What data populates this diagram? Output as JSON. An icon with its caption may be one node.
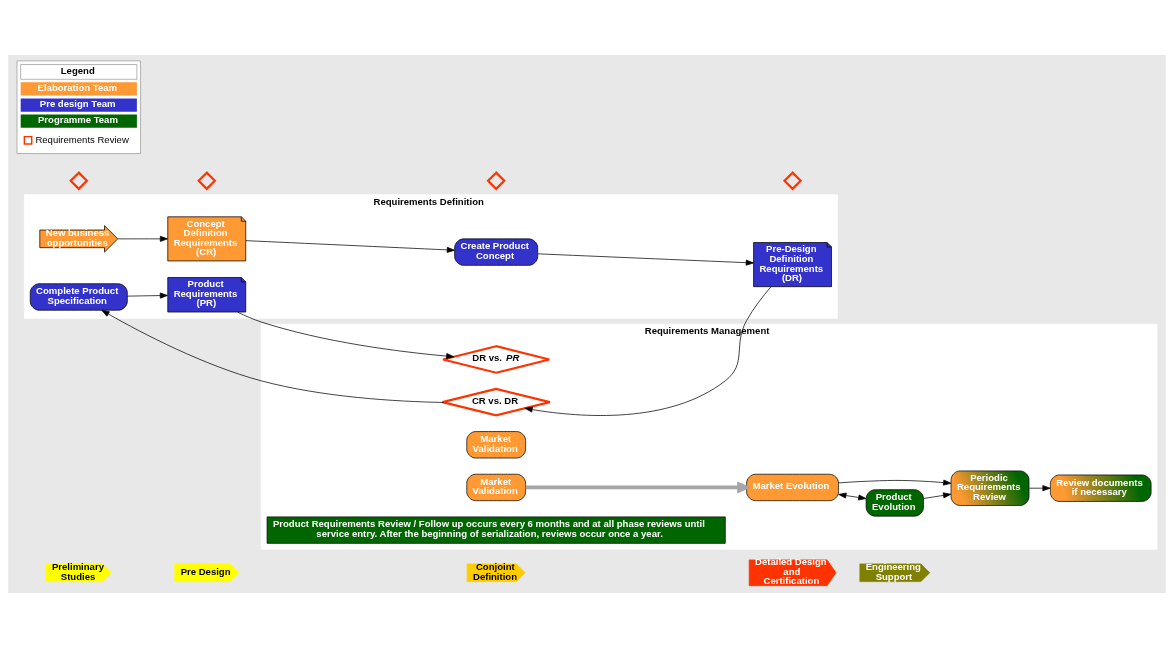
{
  "diagram": {
    "nodes": [
      {
        "text": [
          "Preliminary Studies"
        ]
      },
      {
        "text": [
          "Pre Design"
        ]
      },
      {
        "text": [
          "Conjoint Definition"
        ]
      },
      {
        "text": [
          "Detailed Design and Certification"
        ]
      },
      {
        "text": [
          "Engineering Support"
        ]
      },
      {
        "text": [
          "Requirements Definition"
        ]
      },
      {
        "text": [
          "New business opportunities"
        ],
        "in": 5
      },
      {
        "text": [
          "Concept Definition Requirements (CR)"
        ],
        "in": 5
      },
      {
        "text": [
          "Create Product Concept"
        ],
        "in": 5
      },
      {
        "text": [
          "Complete Product Specification"
        ],
        "in": 5
      },
      {
        "text": [
          "Pre-Design Definition Requirements (DR)"
        ],
        "in": 5
      },
      {
        "text": [
          "Product Requirements (PR)"
        ],
        "in": 5
      },
      {
        "text": [
          "Requirements Management"
        ]
      },
      {
        "text": [
          "CR vs. DR"
        ],
        "in": 12
      },
      {
        "text": [
          "DR vs. *PR*"
        ],
        "in": 12
      },
      {
        "text": [
          "Market Validation"
        ],
        "in": 12
      },
      {
        "text": [
          "Market Validation"
        ],
        "in": 12
      },
      {
        "text": [
          "Market Evolution"
        ],
        "in": 12
      },
      {
        "text": [
          "Product Evolution"
        ],
        "in": 12
      },
      {
        "text": [
          "Periodic Requirements Review"
        ],
        "in": 12
      },
      {
        "text": [
          "Review documents if necessary"
        ],
        "in": 12
      },
      {
        "text": [
          "Product Requirements Review / Follow up occurs every 6 months and at all phase reviews until service entry. After the beginning of serialization, reviews occur once a year."
        ],
        "in": 12
      },
      {
        "text": [],
        "shape": "diamond"
      },
      {
        "text": [],
        "shape": "diamond"
      },
      {
        "text": [],
        "shape": "diamond"
      },
      {
        "text": [],
        "shape": "diamond"
      }
    ],
    "edges": [
      {
        "from": 6,
        "to": 7,
        "arrow": "to"
      },
      {
        "from": 7,
        "to": 8,
        "arrow": "to"
      },
      {
        "from": 8,
        "to": 10,
        "arrow": "to"
      },
      {
        "from": 10,
        "to": 13,
        "arrow": "to"
      },
      {
        "from": 13,
        "to": 9,
        "arrow": "to"
      },
      {
        "from": 9,
        "to": 11,
        "arrow": "to"
      },
      {
        "from": 11,
        "to": 14,
        "arrow": "to"
      },
      {
        "from": 16,
        "to": 17,
        "arrow": "to",
        "style": "thick",
        "color": "#a6a6a6"
      },
      {
        "from": 17,
        "to": 18,
        "arrow": "both"
      },
      {
        "from": 17,
        "to": 19,
        "arrow": "to"
      },
      {
        "from": 18,
        "to": 19,
        "arrow": "to"
      },
      {
        "from": 19,
        "to": 20,
        "arrow": "to"
      }
    ],
    "labels": [
      "Legend"
    ],
    "legend": [
      {
        "text": "Elaboration Team",
        "color": "#ff9933"
      },
      {
        "text": "Pre design Team",
        "color": "#3333cc"
      },
      {
        "text": "Programme Team",
        "color": "#006600"
      },
      {
        "text": "Requirements Review"
      }
    ]
  }
}
